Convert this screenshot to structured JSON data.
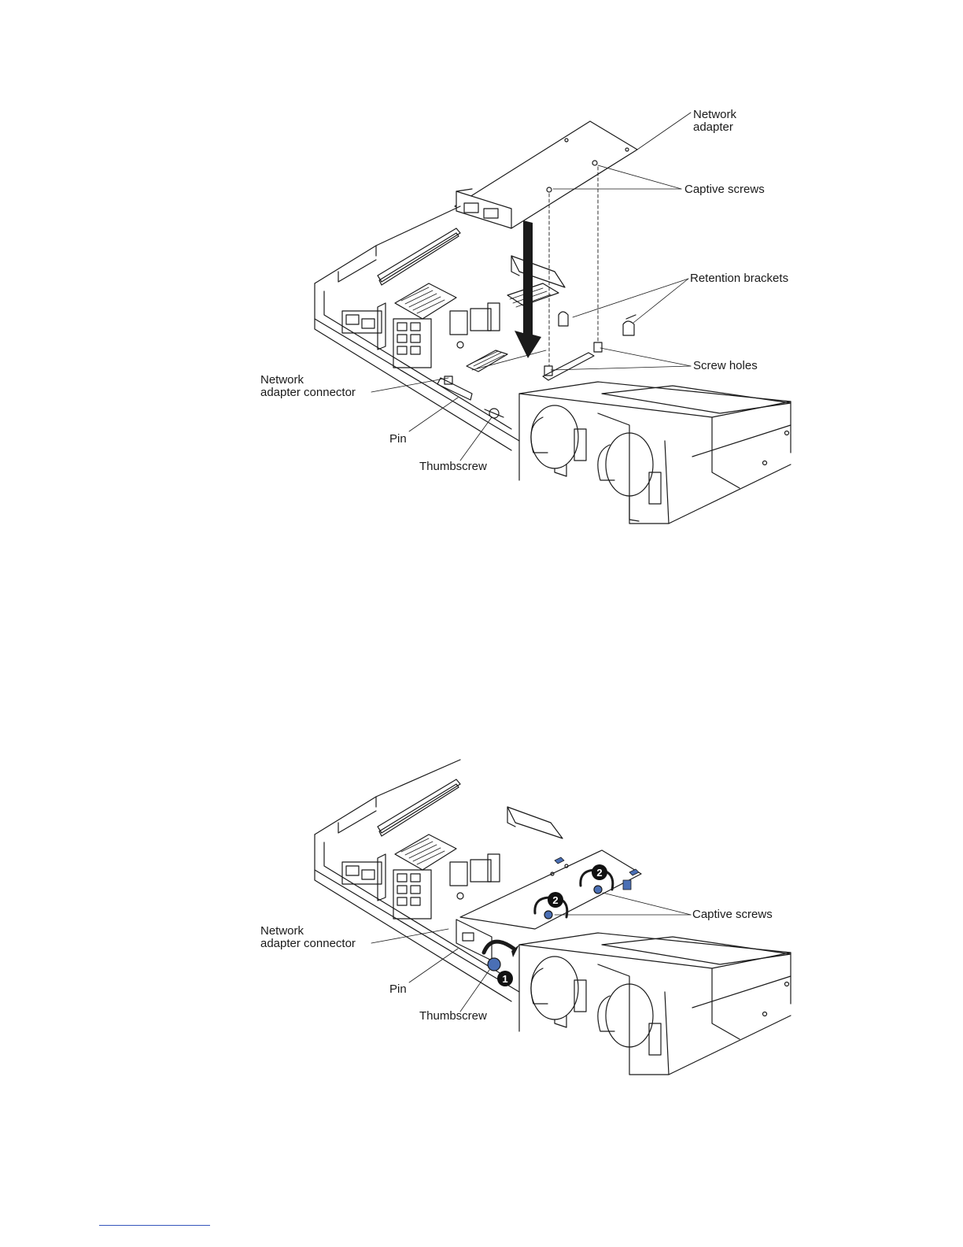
{
  "figure_1": {
    "labels": {
      "network_adapter": [
        "Network",
        "adapter"
      ],
      "captive_screws": "Captive screws",
      "retention_brackets": "Retention brackets",
      "screw_holes": "Screw holes",
      "network_adapter_connector": [
        "Network",
        "adapter connector"
      ],
      "pin": "Pin",
      "thumbscrew": "Thumbscrew"
    }
  },
  "figure_2": {
    "labels": {
      "captive_screws": "Captive screws",
      "network_adapter_connector": [
        "Network",
        "adapter connector"
      ],
      "pin": "Pin",
      "thumbscrew": "Thumbscrew"
    },
    "callouts": {
      "step_1": "1",
      "step_2a": "2",
      "step_2b": "2"
    }
  },
  "colors": {
    "line": "#1a1a1a",
    "accent_blue": "#4a6fb5"
  }
}
